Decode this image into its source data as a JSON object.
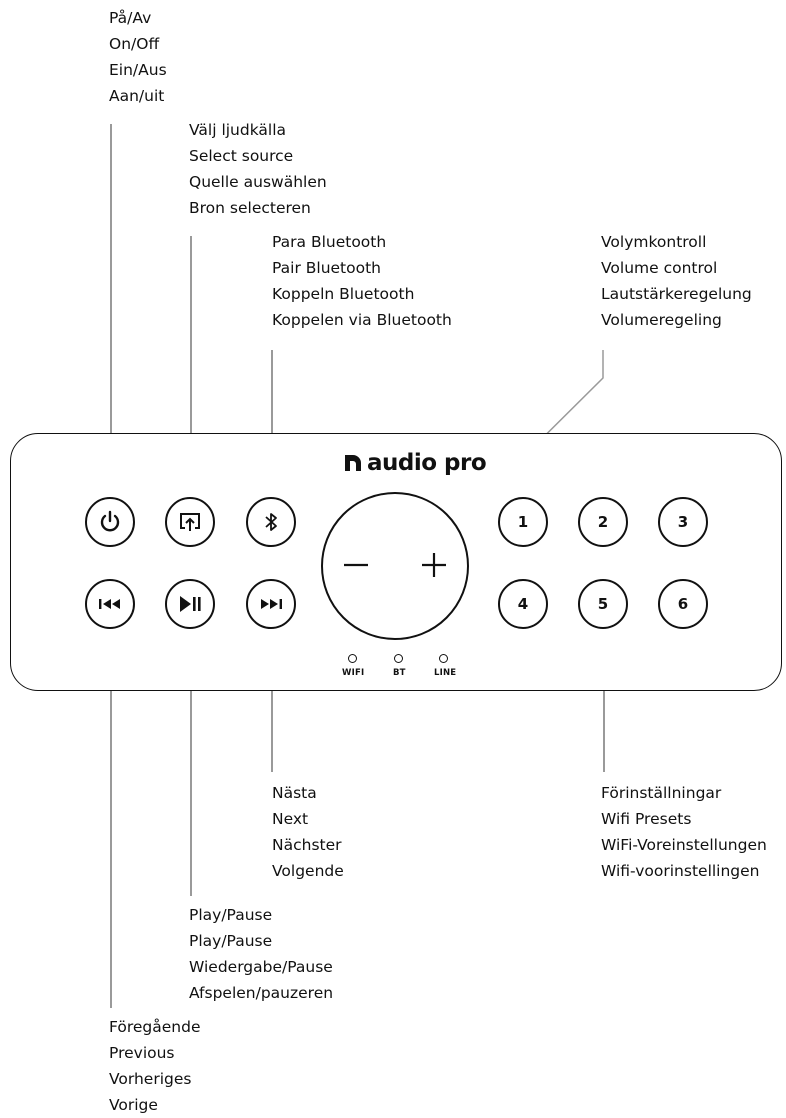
{
  "labels": {
    "power": [
      "På/Av",
      "On/Off",
      "Ein/Aus",
      "Aan/uit"
    ],
    "source": [
      "Välj ljudkälla",
      "Select source",
      "Quelle auswählen",
      "Bron selecteren"
    ],
    "bluetooth": [
      "Para Bluetooth",
      "Pair Bluetooth",
      "Koppeln Bluetooth",
      "Koppelen via Bluetooth"
    ],
    "volume": [
      "Volymkontroll",
      "Volume control",
      "Lautstärkeregelung",
      "Volumeregeling"
    ],
    "next": [
      "Nästa",
      "Next",
      "Nächster",
      "Volgende"
    ],
    "presets": [
      "Förinställningar",
      "Wifi Presets",
      "WiFi-Voreinstellungen",
      "Wifi-voorinstellingen"
    ],
    "play_pause": [
      "Play/Pause",
      "Play/Pause",
      "Wiedergabe/Pause",
      "Afspelen/pauzeren"
    ],
    "previous": [
      "Föregående",
      "Previous",
      "Vorheriges",
      "Vorige"
    ]
  },
  "device": {
    "brand": "audio pro",
    "presets": [
      "1",
      "2",
      "3",
      "4",
      "5",
      "6"
    ],
    "leds": [
      "WIFI",
      "BT",
      "LINE"
    ]
  },
  "icons": {
    "power": "power-icon",
    "source": "source-select-icon",
    "bluetooth": "bluetooth-icon",
    "previous": "previous-track-icon",
    "play_pause": "play-pause-icon",
    "next": "next-track-icon",
    "volume_down": "minus-icon",
    "volume_up": "plus-icon"
  }
}
